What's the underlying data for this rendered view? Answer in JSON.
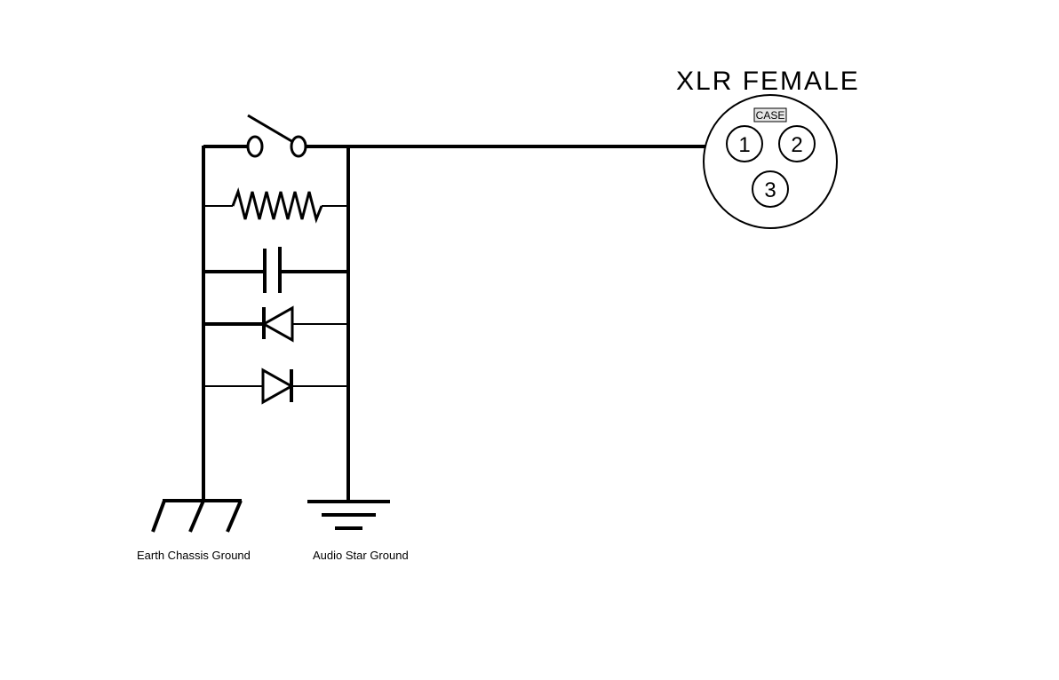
{
  "connector": {
    "title": "XLR FEMALE",
    "case_label": "CASE",
    "pins": [
      "1",
      "2",
      "3"
    ]
  },
  "grounds": {
    "earth_label": "Earth Chassis Ground",
    "audio_label": "Audio Star Ground"
  },
  "components": {
    "switch-icon": "switch",
    "resistor-icon": "resistor",
    "capacitor-icon": "capacitor",
    "diode-icon": "diode"
  },
  "colors": {
    "line": "#000000",
    "background": "#ffffff"
  }
}
